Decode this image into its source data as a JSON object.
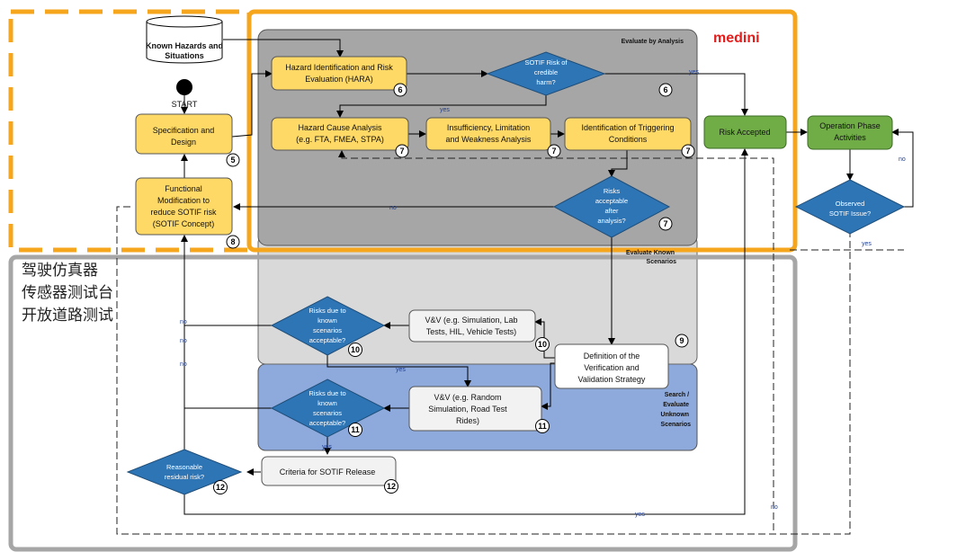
{
  "brand": "medini",
  "colors": {
    "orange": "#f5a61c",
    "yellow": "#ffd966",
    "blue": "#2e75b6",
    "green": "#70ad47",
    "dark_gray": "#a6a6a6",
    "light_gray": "#d9d9d9",
    "light_blue": "#8ea9db"
  },
  "cn_labels": [
    "驾驶仿真器",
    "传感器测试台",
    "开放道路测试"
  ],
  "regions": {
    "analysis": "Evaluate by Analysis",
    "known": [
      "Evaluate Known",
      "Scenarios"
    ],
    "unknown": [
      "Search /",
      "Evaluate",
      "Unknown",
      "Scenarios"
    ]
  },
  "nodes": {
    "known_hazards": [
      "Known Hazards and",
      "Situations"
    ],
    "start": "START",
    "spec": [
      "Specification and",
      "Design"
    ],
    "func_mod": [
      "Functional",
      "Modification to",
      "reduce SOTIF risk",
      "(SOTIF Concept)"
    ],
    "hara": [
      "Hazard Identification and Risk",
      "Evaluation (HARA)"
    ],
    "sotif_risk": [
      "SOTIF Risk of",
      "credible",
      "harm?"
    ],
    "hca": [
      "Hazard Cause Analysis",
      "(e.g. FTA, FMEA, STPA)"
    ],
    "insuff": [
      "Insufficiency, Limitation",
      "and Weakness Analysis"
    ],
    "trig": [
      "Identification of Triggering",
      "Conditions"
    ],
    "risks_after": [
      "Risks",
      "acceptable",
      "after",
      "analysis?"
    ],
    "risk_accepted": "Risk Accepted",
    "op_phase": [
      "Operation Phase",
      "Activities"
    ],
    "observed": [
      "Observed",
      "SOTIF Issue?"
    ],
    "vv_known": [
      "V&V (e.g. Simulation, Lab",
      "Tests, HIL, Vehicle Tests)"
    ],
    "risks_known": [
      "Risks due to",
      "known",
      "scenarios",
      "acceptable?"
    ],
    "def_vv": [
      "Definition of the",
      "Verification and",
      "Validation Strategy"
    ],
    "vv_unknown": [
      "V&V (e.g. Random",
      "Simulation, Road Test",
      "Rides)"
    ],
    "risks_unknown": [
      "Risks due to",
      "known",
      "scenarios",
      "acceptable?"
    ],
    "criteria": "Criteria for SOTIF Release",
    "residual": [
      "Reasonable",
      "residual risk?"
    ]
  },
  "badges": {
    "spec": "5",
    "hara": "6",
    "sotif": "6",
    "hca": "7",
    "insuff": "7",
    "trig": "7",
    "risks_after": "7",
    "func_mod": "8",
    "region9": "9",
    "vv_known": "10",
    "risks_known": "10",
    "vv_unknown": "11",
    "risks_unknown": "11",
    "criteria": "12",
    "residual": "12"
  },
  "edge_labels": {
    "yes": "yes",
    "no": "no"
  }
}
